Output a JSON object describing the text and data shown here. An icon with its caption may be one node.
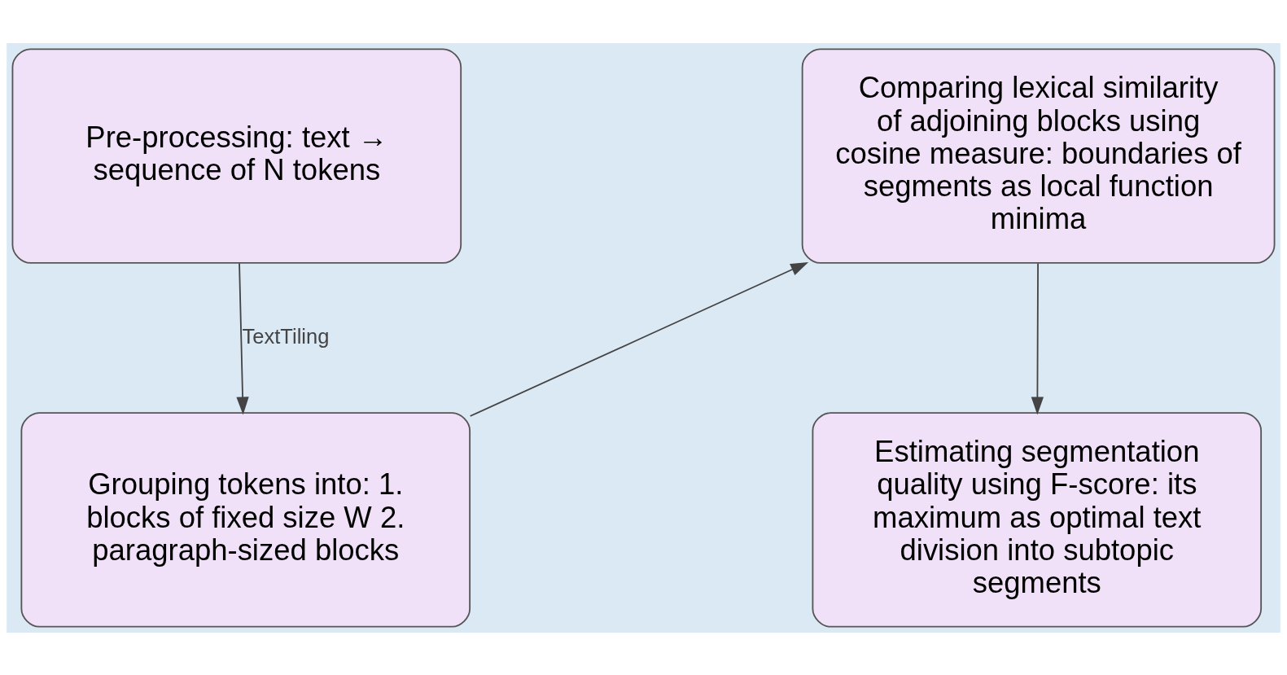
{
  "diagram": {
    "nodes": [
      {
        "text": [
          "Pre-processing: text → sequence of N tokens"
        ]
      },
      {
        "text": [
          "Grouping tokens into: 1. blocks of fixed size W 2. paragraph-sized blocks"
        ]
      },
      {
        "text": [
          "Comparing lexical similarity of adjoining blocks using cosine measure: boundaries of segments as local function minima"
        ]
      },
      {
        "text": [
          "Estimating segmentation quality using F-score: its maximum as optimal text division into subtopic segments"
        ]
      }
    ],
    "edges": [
      {
        "from": 0,
        "to": 1,
        "arrow": "to",
        "label": "TextTiling"
      },
      {
        "from": 1,
        "to": 2,
        "arrow": "to"
      },
      {
        "from": 2,
        "to": 3,
        "arrow": "to"
      }
    ]
  }
}
